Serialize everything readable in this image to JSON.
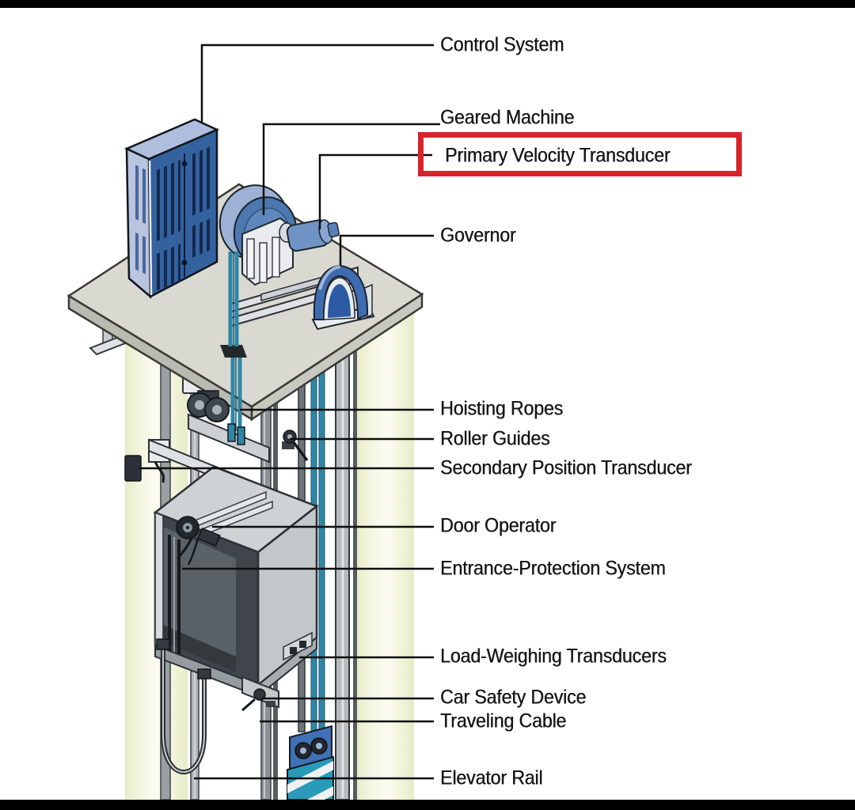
{
  "page": {
    "background_color": "#ffffff",
    "frame_bar_color": "#000000"
  },
  "diagram": {
    "type": "isometric-elevator-system-diagram",
    "highlight_color": "#d8232a",
    "highlighted_label": "Primary Velocity Transducer",
    "palette": {
      "component_blue": "#34629f",
      "component_light_blue": "#9cb1d4",
      "platform_gray": "#d9d9d2",
      "hoistway_wall_tint": "#edf0d4",
      "rope_teal": "#2f86a5",
      "counterweight_teal": "#2a9ab9",
      "leader_line_color": "#0e0e0e"
    },
    "labels": [
      {
        "text": "Control System",
        "highlighted": false
      },
      {
        "text": "Geared Machine",
        "highlighted": false
      },
      {
        "text": "Primary Velocity Transducer",
        "highlighted": true
      },
      {
        "text": "Governor",
        "highlighted": false
      },
      {
        "text": "Hoisting Ropes",
        "highlighted": false
      },
      {
        "text": "Roller Guides",
        "highlighted": false
      },
      {
        "text": "Secondary Position Transducer",
        "highlighted": false
      },
      {
        "text": "Door Operator",
        "highlighted": false
      },
      {
        "text": "Entrance-Protection System",
        "highlighted": false
      },
      {
        "text": "Load-Weighing Transducers",
        "highlighted": false
      },
      {
        "text": "Car Safety Device",
        "highlighted": false
      },
      {
        "text": "Traveling Cable",
        "highlighted": false
      },
      {
        "text": "Elevator Rail",
        "highlighted": false
      }
    ]
  }
}
